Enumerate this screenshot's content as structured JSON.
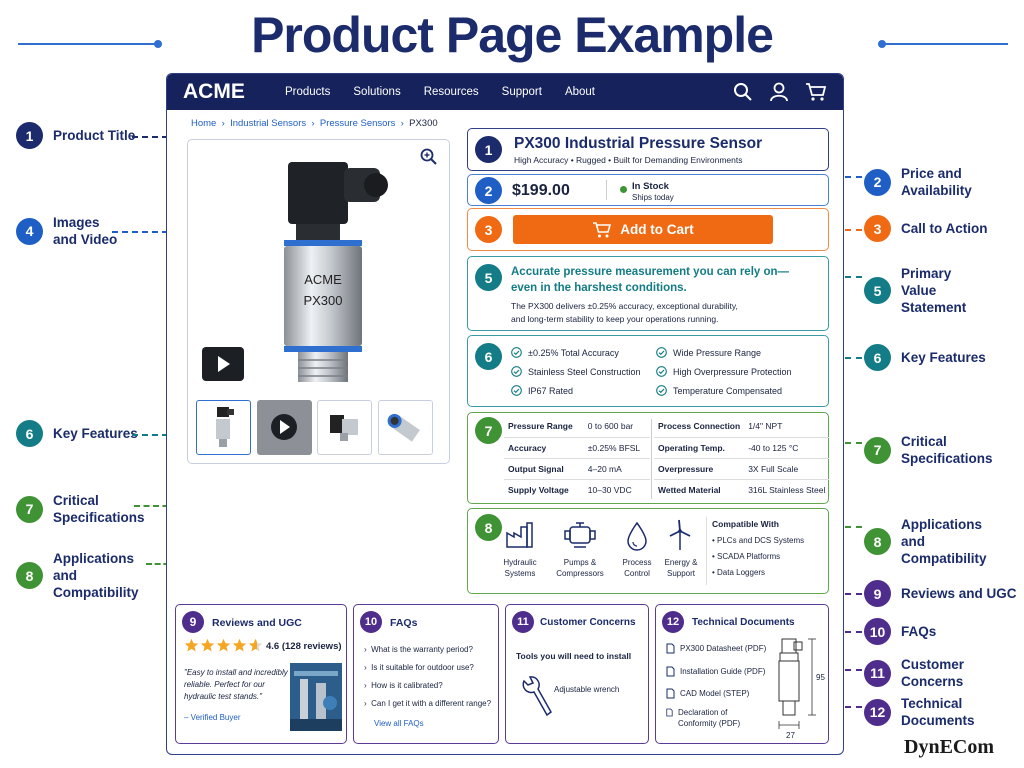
{
  "page_title": "Product Page Example",
  "callouts_left": [
    {
      "num": "1",
      "label": "Product Title"
    },
    {
      "num": "4",
      "label": "Images and Video"
    },
    {
      "num": "6",
      "label": "Key Features"
    },
    {
      "num": "7",
      "label": "Critical Specifications"
    },
    {
      "num": "8",
      "label": "Applications and Compatibility"
    }
  ],
  "callouts_right": [
    {
      "num": "2",
      "label": "Price and Availability"
    },
    {
      "num": "3",
      "label": "Call to Action"
    },
    {
      "num": "5",
      "label": "Primary Value Statement"
    },
    {
      "num": "6",
      "label": "Key Features"
    },
    {
      "num": "7",
      "label": "Critical Specifications"
    },
    {
      "num": "8",
      "label": "Applications and Compatibility"
    },
    {
      "num": "9",
      "label": "Reviews and UGC"
    },
    {
      "num": "10",
      "label": "FAQs"
    },
    {
      "num": "11",
      "label": "Customer Concerns"
    },
    {
      "num": "12",
      "label": "Technical Documents"
    }
  ],
  "nav": {
    "logo": "ACME",
    "items": [
      "Products",
      "Solutions",
      "Resources",
      "Support",
      "About"
    ]
  },
  "breadcrumb": [
    "Home",
    "Industrial Sensors",
    "Pressure Sensors",
    "PX300"
  ],
  "product_image": {
    "label_line1": "ACME",
    "label_line2": "PX300"
  },
  "title_box": {
    "num": "1",
    "title": "PX300 Industrial Pressure Sensor",
    "subtitle": "High Accuracy • Rugged • Built for Demanding Environments"
  },
  "price_box": {
    "num": "2",
    "price": "$199.00",
    "stock": "In Stock",
    "ships": "Ships today"
  },
  "cta_box": {
    "num": "3",
    "button": "Add to Cart"
  },
  "value_box": {
    "num": "5",
    "headline_1": "Accurate pressure measurement you can rely on—",
    "headline_2": "even in the harshest conditions.",
    "body_1": "The PX300 delivers ±0.25% accuracy, exceptional durability,",
    "body_2": "and long-term stability to keep your operations running."
  },
  "features_box": {
    "num": "6",
    "features": [
      "±0.25% Total Accuracy",
      "Wide Pressure Range",
      "Stainless Steel Construction",
      "High Overpressure Protection",
      "IP67 Rated",
      "Temperature Compensated"
    ]
  },
  "specs_box": {
    "num": "7",
    "left": [
      [
        "Pressure Range",
        "0 to 600 bar"
      ],
      [
        "Accuracy",
        "±0.25% BFSL"
      ],
      [
        "Output Signal",
        "4–20 mA"
      ],
      [
        "Supply Voltage",
        "10–30 VDC"
      ]
    ],
    "right": [
      [
        "Process Connection",
        "1/4\" NPT"
      ],
      [
        "Operating Temp.",
        "-40 to 125 °C"
      ],
      [
        "Overpressure",
        "3X Full Scale"
      ],
      [
        "Wetted Material",
        "316L Stainless Steel"
      ]
    ]
  },
  "apps_box": {
    "num": "8",
    "apps": [
      [
        "Hydraulic",
        "Systems"
      ],
      [
        "Pumps &",
        "Compressors"
      ],
      [
        "Process",
        "Control"
      ],
      [
        "Energy &",
        "Support"
      ]
    ],
    "compat_title": "Compatible With",
    "compat": [
      "• PLCs and DCS Systems",
      "• SCADA Platforms",
      "• Data Loggers"
    ]
  },
  "reviews_box": {
    "num": "9",
    "title": "Reviews and UGC",
    "rating": "4.6 (128 reviews)",
    "stars": 4.6,
    "quote_1": "\"Easy to install and incredibly",
    "quote_2": "reliable. Perfect for our",
    "quote_3": "hydraulic test stands.\"",
    "author": "– Verified Buyer"
  },
  "faqs_box": {
    "num": "10",
    "title": "FAQs",
    "items": [
      "What is the warranty period?",
      "Is it suitable for outdoor use?",
      "How is it calibrated?",
      "Can I get it with a different range?"
    ],
    "link": "View all FAQs"
  },
  "concerns_box": {
    "num": "11",
    "title": "Customer Concerns",
    "text": "Tools you will need to install",
    "tool": "Adjustable wrench"
  },
  "docs_box": {
    "num": "12",
    "title": "Technical Documents",
    "docs": [
      "PX300 Datasheet (PDF)",
      "Installation Guide (PDF)",
      "CAD Model (STEP)",
      "Declaration of Conformity (PDF)"
    ],
    "dim_h": "95",
    "dim_w": "27"
  },
  "watermark": "DynECom",
  "colors": {
    "navy": "#1b2b6b",
    "blue": "#1f5fc5",
    "orange": "#ef6a13",
    "teal": "#137c86",
    "green": "#3f9334",
    "purple": "#4e2d8c"
  }
}
